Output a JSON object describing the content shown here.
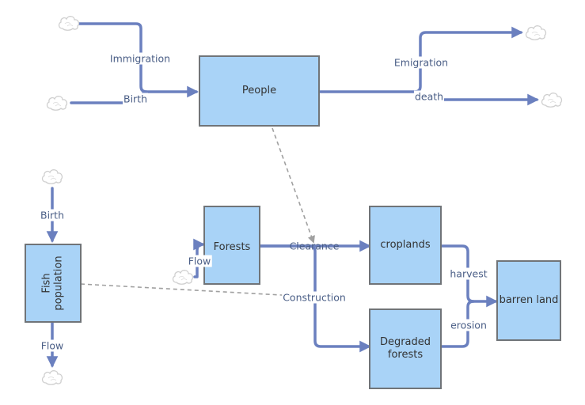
{
  "diagram": {
    "stocks": {
      "people": "People",
      "forests": "Forests",
      "croplands": "croplands",
      "degraded_forests": "Degraded forests",
      "barren_land": "barren land",
      "fish_population": "Fish population"
    },
    "flows": {
      "immigration": "Immigration",
      "birth_people": "Birth",
      "emigration": "Emigration",
      "death": "death",
      "birth_fish": "Birth",
      "flow_fish": "Flow",
      "flow_forests": "Flow",
      "clearance": "Clearance",
      "construction": "Construction",
      "harvest": "harvest",
      "erosion": "erosion"
    },
    "colors": {
      "flow_line": "#6b80bf",
      "stock_fill": "#a9d3f7",
      "stock_border": "#707478",
      "link": "#a0a0a0",
      "cloud": "#cfcfcf"
    }
  }
}
